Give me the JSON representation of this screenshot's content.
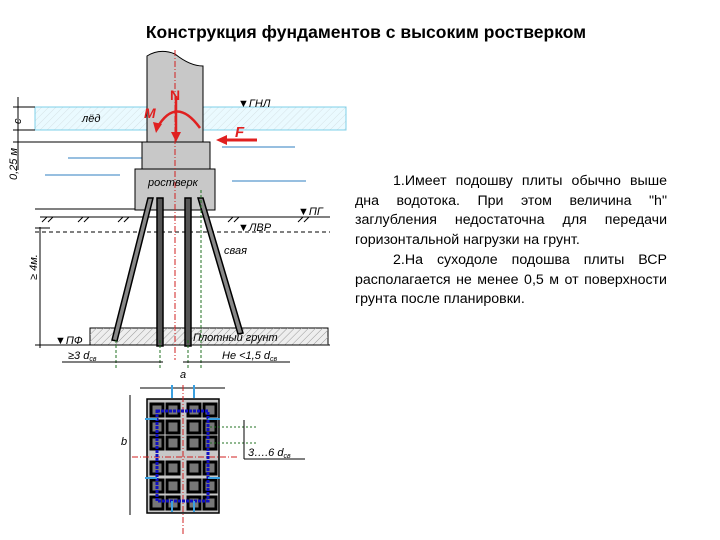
{
  "title": "Конструкция фундаментов с высоким ростверком",
  "paragraphs": [
    "1.Имеет подошву плиты обычно выше дна водотока. При этом величина \"h\" заглубления недостаточна для передачи горизонтальной нагрузки на грунт.",
    "2.На суходоле подошва плиты ВСР располагается не менее 0,5 м от поверхности грунта после планировки."
  ],
  "diagram": {
    "ice": "лёд",
    "gnl": "▼ГНЛ",
    "N": "N",
    "M": "M",
    "F": "F",
    "rostverk": "ростверк",
    "pg": "▼ПГ",
    "lvr": "▼ЛВР",
    "pile": "свая",
    "pf": "▼ПФ",
    "dense_soil": "Плотный грунт",
    "dim_c": "с",
    "dim_025": "0,25 м",
    "dim_4m": "≥ 4м.",
    "dim_3d": "≥3 d",
    "dim_15d": "Не <1,5 d",
    "sub_sv": "св",
    "plan_a": "a",
    "plan_b": "b",
    "plan_36d": "3….6 d"
  },
  "colors": {
    "force": "#e02020",
    "ice": "#9fe0f0",
    "concrete": "#c8c8c8",
    "water": "#2f7fc0",
    "contour": "#1010c0",
    "arrows": "#3aa0e0"
  }
}
